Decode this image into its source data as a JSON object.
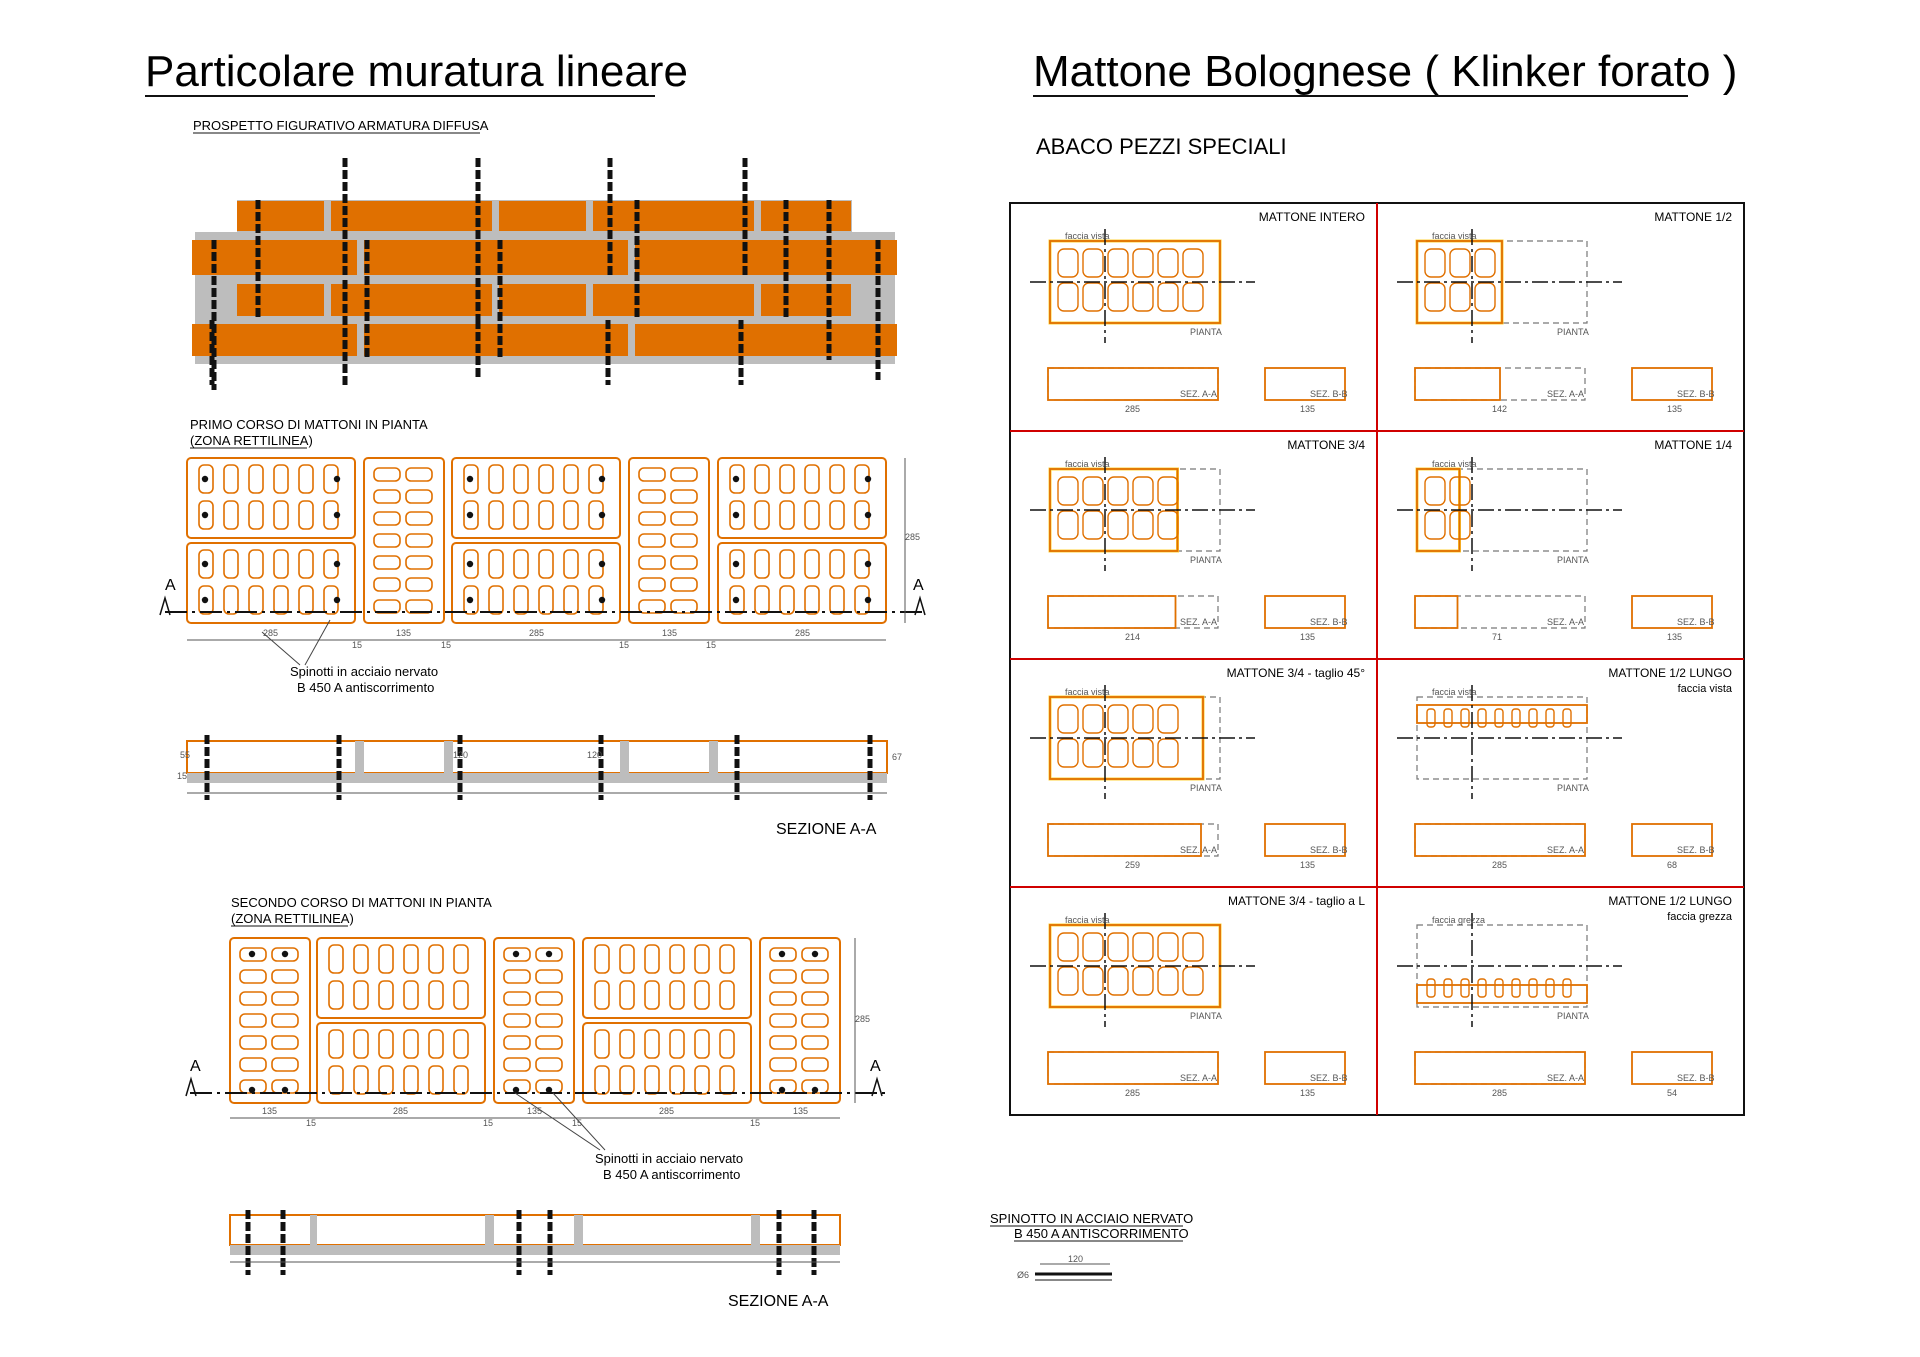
{
  "left": {
    "title": "Particolare muratura lineare",
    "prospetto_label": "PROSPETTO FIGURATIVO ARMATURA DIFFUSA",
    "primo_corso_label_1": "PRIMO CORSO DI MATTONI IN PIANTA",
    "primo_corso_label_2": "(ZONA RETTILINEA)",
    "secondo_corso_label_1": "SECONDO CORSO DI MATTONI IN PIANTA",
    "secondo_corso_label_2": "(ZONA RETTILINEA)",
    "spinotti_1": "Spinotti in acciaio nervato",
    "spinotti_2": "B 450 A antiscorrimento",
    "section_label": "SEZIONE A-A",
    "section_mark": "A",
    "dims_row1": [
      "285",
      "15",
      "135",
      "15",
      "285",
      "15",
      "135",
      "15",
      "285"
    ],
    "dims_row2": [
      "135",
      "15",
      "285",
      "15",
      "135",
      "15",
      "285",
      "15",
      "135"
    ],
    "dim_height": "285",
    "dim_small": [
      "55",
      "15",
      "67",
      "120"
    ]
  },
  "right": {
    "title": "Mattone Bolognese ( Klinker forato )",
    "abaco": "ABACO  PEZZI  SPECIALI",
    "cells": [
      {
        "name": "MATTONE  INTERO",
        "sub": "",
        "dimA": "285",
        "dimB": "135"
      },
      {
        "name": "MATTONE  1/2",
        "sub": "",
        "dimA": "142",
        "dimB": "135"
      },
      {
        "name": "MATTONE  3/4",
        "sub": "",
        "dimA": "214",
        "dimB": "135"
      },
      {
        "name": "MATTONE  1/4",
        "sub": "",
        "dimA": "71",
        "dimB": "135"
      },
      {
        "name": "MATTONE  3/4 - taglio 45°",
        "sub": "",
        "dimA": "259",
        "dimB": "135"
      },
      {
        "name": "MATTONE  1/2  LUNGO",
        "sub": "faccia vista",
        "dimA": "285",
        "dimB": "68"
      },
      {
        "name": "MATTONE  3/4 - taglio a  L",
        "sub": "",
        "dimA": "285",
        "dimB": "135"
      },
      {
        "name": "MATTONE  1/2  LUNGO",
        "sub": "faccia grezza",
        "dimA": "285",
        "dimB": "54"
      }
    ],
    "faccia_vista": "faccia vista",
    "faccia_grezza": "faccia grezza",
    "pianta": "PIANTA",
    "sez_aa": "SEZ. A-A",
    "sez_bb": "SEZ. B-B",
    "spinotto_1": "SPINOTTO IN ACCIAIO NERVATO",
    "spinotto_2": "B 450 A  ANTISCORRIMENTO",
    "phi": "Ø6",
    "spinotto_len": "120"
  },
  "colors": {
    "brick": "#E07000",
    "mortar": "#BDBDBD",
    "rebar": "#111111",
    "grid_red": "#D00000",
    "highlight": "#FFD23A"
  }
}
